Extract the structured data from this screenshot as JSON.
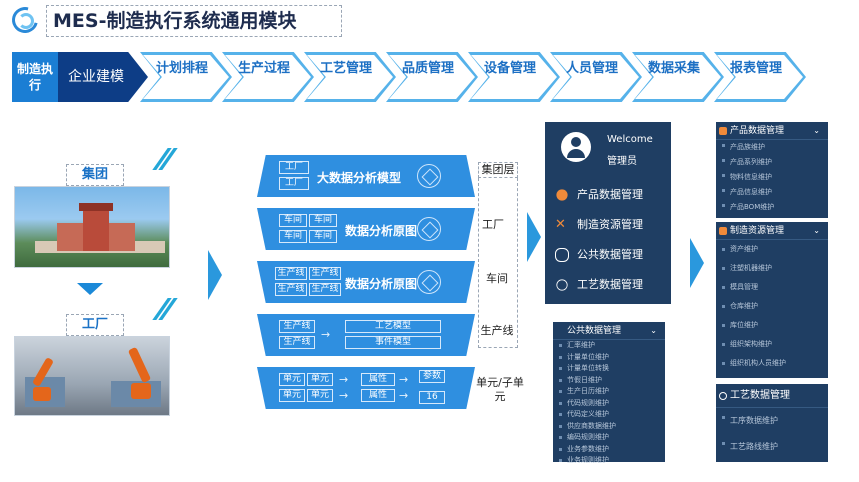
{
  "title": "MES-制造执行系统通用模块",
  "process": {
    "first": "制造执行",
    "active": "企业建模",
    "steps": [
      "计划排程",
      "生产过程",
      "工艺管理",
      "品质管理",
      "设备管理",
      "人员管理",
      "数据采集",
      "报表管理"
    ]
  },
  "left": {
    "group_label": "集团",
    "factory_label": "工厂"
  },
  "rows": [
    {
      "cells": [
        "工厂",
        "工厂"
      ],
      "title": "大数据分析模型",
      "side": "集团层"
    },
    {
      "cells": [
        "车间",
        "车间",
        "车间",
        "车间"
      ],
      "title": "数据分析原图",
      "side": "工厂"
    },
    {
      "cells": [
        "生产线",
        "生产线",
        "生产线",
        "生产线"
      ],
      "title": "数据分析原图",
      "side": "车间"
    },
    {
      "cells": [
        "生产线",
        "生产线"
      ],
      "models": [
        "工艺模型",
        "事件模型"
      ],
      "side": "生产线"
    },
    {
      "cells": [
        "单元",
        "单元",
        "单元",
        "单元"
      ],
      "attrs": [
        "属性",
        "属性"
      ],
      "param_label": "参数",
      "param_value": "16",
      "side": "单元/子单元"
    }
  ],
  "menu": {
    "welcome": "Welcome",
    "user": "管理员",
    "items": [
      "产品数据管理",
      "制造资源管理",
      "公共数据管理",
      "工艺数据管理"
    ]
  },
  "public_panel": {
    "header": "公共数据管理",
    "items": [
      "汇率维护",
      "计量单位维护",
      "计量单位转换",
      "节假日维护",
      "生产日历维护",
      "代码规则维护",
      "代码定义维护",
      "供应商数据维护",
      "编码规则维护",
      "业务参数维护",
      "业务规则维护"
    ]
  },
  "product_panel": {
    "header": "产品数据管理",
    "items": [
      "产品族维护",
      "产品系列维护",
      "物料信息维护",
      "产品信息维护",
      "产品BOM维护"
    ]
  },
  "resource_panel": {
    "header": "制造资源管理",
    "items": [
      "资产维护",
      "注塑机器维护",
      "模具管理",
      "仓库维护",
      "库位维护",
      "组织架构维护",
      "组织机构人员维护"
    ]
  },
  "process_panel": {
    "header": "工艺数据管理",
    "items": [
      "工序数据维护",
      "工艺路线维护"
    ]
  },
  "colors": {
    "primary": "#2f8fe0",
    "dark": "#0d3d86",
    "panel": "#1f3e63"
  }
}
